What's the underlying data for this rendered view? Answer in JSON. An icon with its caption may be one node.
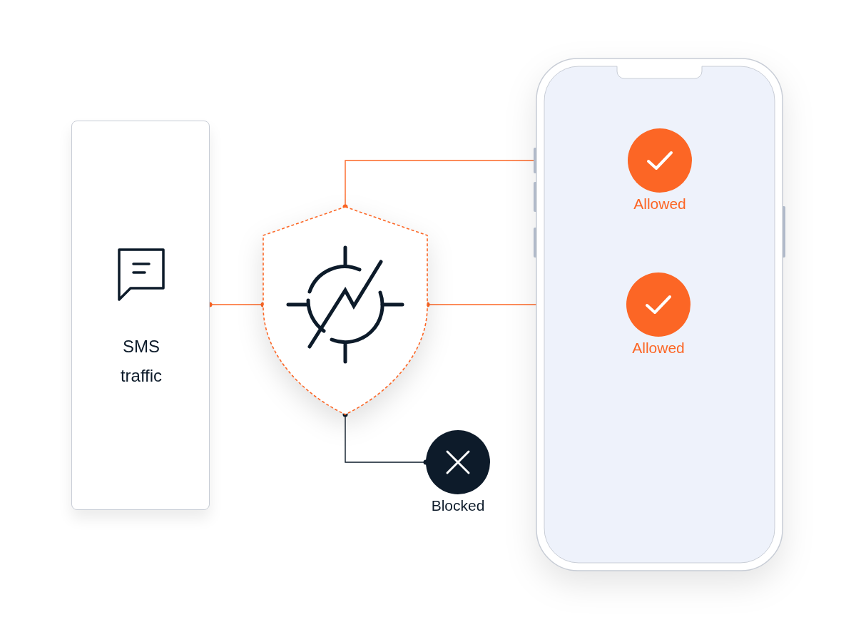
{
  "diagram": {
    "nodes": [
      {
        "text": [
          "SMS traffic"
        ]
      },
      {
        "text": [],
        "shape": "shield"
      },
      {
        "text": [],
        "shape": "phone"
      },
      {
        "text": [],
        "shape": "circle",
        "in": 2,
        "beside": [
          "Allowed"
        ]
      },
      {
        "text": [],
        "shape": "circle",
        "in": 2,
        "beside": [
          "Allowed"
        ]
      },
      {
        "text": [],
        "shape": "circle",
        "beside": [
          "Blocked"
        ]
      }
    ],
    "edges": [
      {
        "from": 0,
        "to": 1,
        "arrow": "other"
      },
      {
        "from": 1,
        "to": 3,
        "arrow": "other"
      },
      {
        "from": 1,
        "to": 4,
        "arrow": "other"
      },
      {
        "from": 1,
        "to": 5,
        "arrow": "other",
        "color": "#0d1b2a"
      }
    ]
  }
}
